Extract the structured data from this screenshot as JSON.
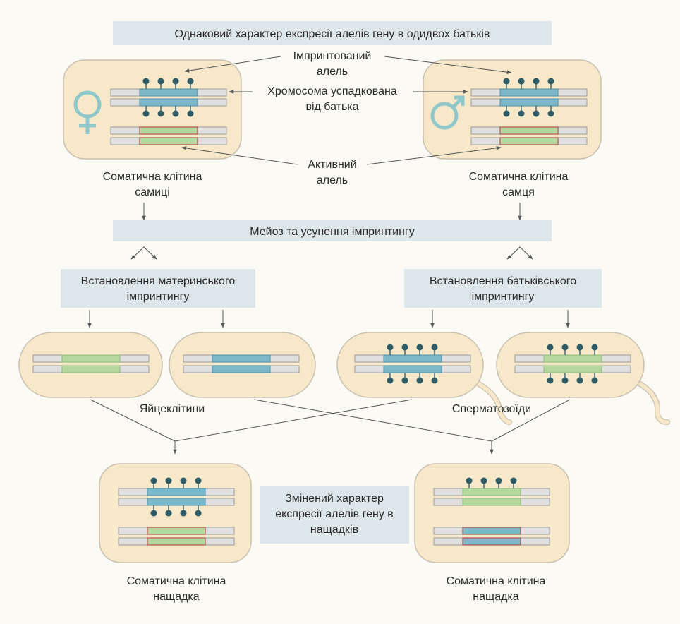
{
  "labels": {
    "top_banner": "Однаковий характер експресії алелів гену в одидвох батьків",
    "imprinted_allele": [
      "Імпринтований",
      "алель"
    ],
    "paternal_chromosome": [
      "Хромосома успадкована",
      "від батька"
    ],
    "active_allele": [
      "Активний",
      "алель"
    ],
    "female_cell": [
      "Соматична клітина",
      "самиці"
    ],
    "male_cell": [
      "Соматична клітина",
      "самця"
    ],
    "meiosis_banner": "Мейоз та усунення імпринтингу",
    "maternal_imprint": [
      "Встановлення материнського",
      "імпринтингу"
    ],
    "paternal_imprint": [
      "Встановлення батьківського",
      "імпринтингу"
    ],
    "eggs": "Яйцеклітини",
    "sperm": "Сперматозоїди",
    "changed_expression": [
      "Змінений характер",
      "експресії алелів гену в",
      "нащадків"
    ],
    "offspring_cell_left": [
      "Соматична клітина",
      "нащадка"
    ],
    "offspring_cell_right": [
      "Соматична клітина",
      "нащадка"
    ]
  },
  "symbols": {
    "female": "female-symbol-icon",
    "male": "male-symbol-icon"
  },
  "colors": {
    "cell_fill": "#f6e8c9",
    "imprinted_blue": "#7cb8c8",
    "active_green": "#b6d89e",
    "methyl_dot": "#2e5b66",
    "sex_symbol": "#8ec8cc",
    "banner": "#dde6e8"
  }
}
